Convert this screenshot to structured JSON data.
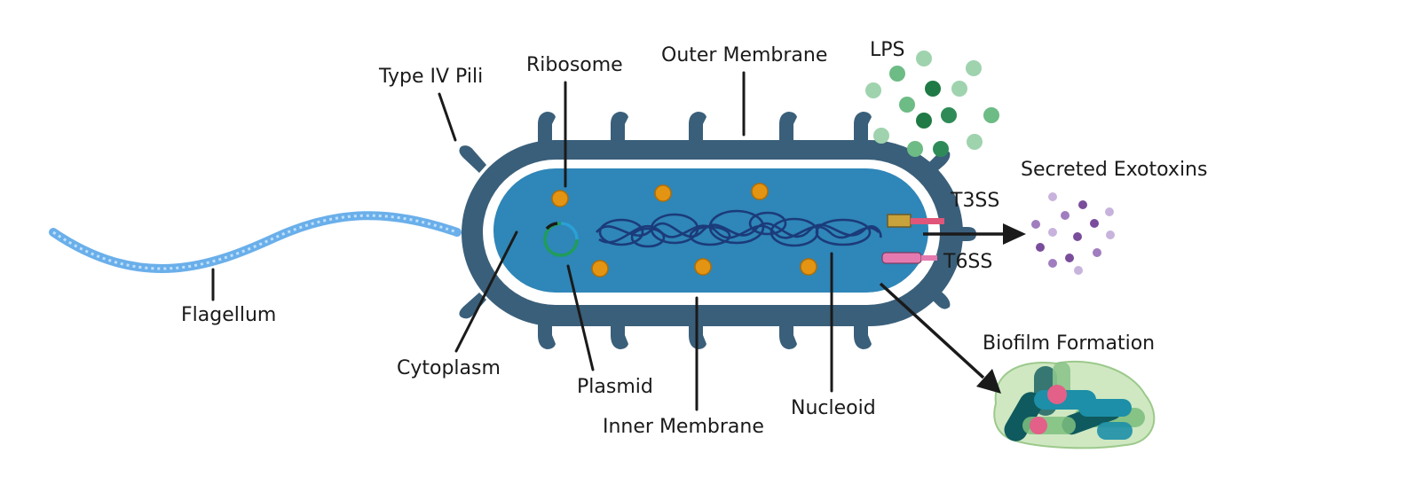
{
  "labels": {
    "flagellum": "Flagellum",
    "type_iv_pili": "Type IV Pili",
    "ribosome": "Ribosome",
    "outer_membrane": "Outer Membrane",
    "lps": "LPS",
    "cytoplasm": "Cytoplasm",
    "plasmid": "Plasmid",
    "inner_membrane": "Inner Membrane",
    "nucleoid": "Nucleoid",
    "t3ss": "T3SS",
    "t6ss": "T6SS",
    "secreted_exotoxins": "Secreted Exotoxins",
    "biofilm_formation": "Biofilm Formation"
  },
  "colors": {
    "outer_membrane": "#3a5f7a",
    "cytoplasm": "#2f86b8",
    "inner_membrane_gap": "#ffffff",
    "flagellum": "#5aa6e8",
    "ribosome": "#e39412",
    "nucleoid": "#1b3b7a",
    "plasmid_a": "#1f9d5a",
    "plasmid_b": "#2aa0d6",
    "lps_dark": "#2e8b57",
    "lps_light": "#9fd3ae",
    "exotoxin_dark": "#7a4d9c",
    "exotoxin_light": "#c8b3dd",
    "t3ss": "#e0567a",
    "t6ss": "#e47ab0",
    "biofilm_matrix": "#cfe8c2",
    "biofilm_teal": "#1d8fa8",
    "biofilm_dark": "#0f5a5e",
    "biofilm_pink": "#e36088",
    "biofilm_green": "#7fbf7f"
  },
  "icons": {
    "bacterium": "bacterium-cell-icon",
    "arrow": "arrow-right-icon"
  }
}
